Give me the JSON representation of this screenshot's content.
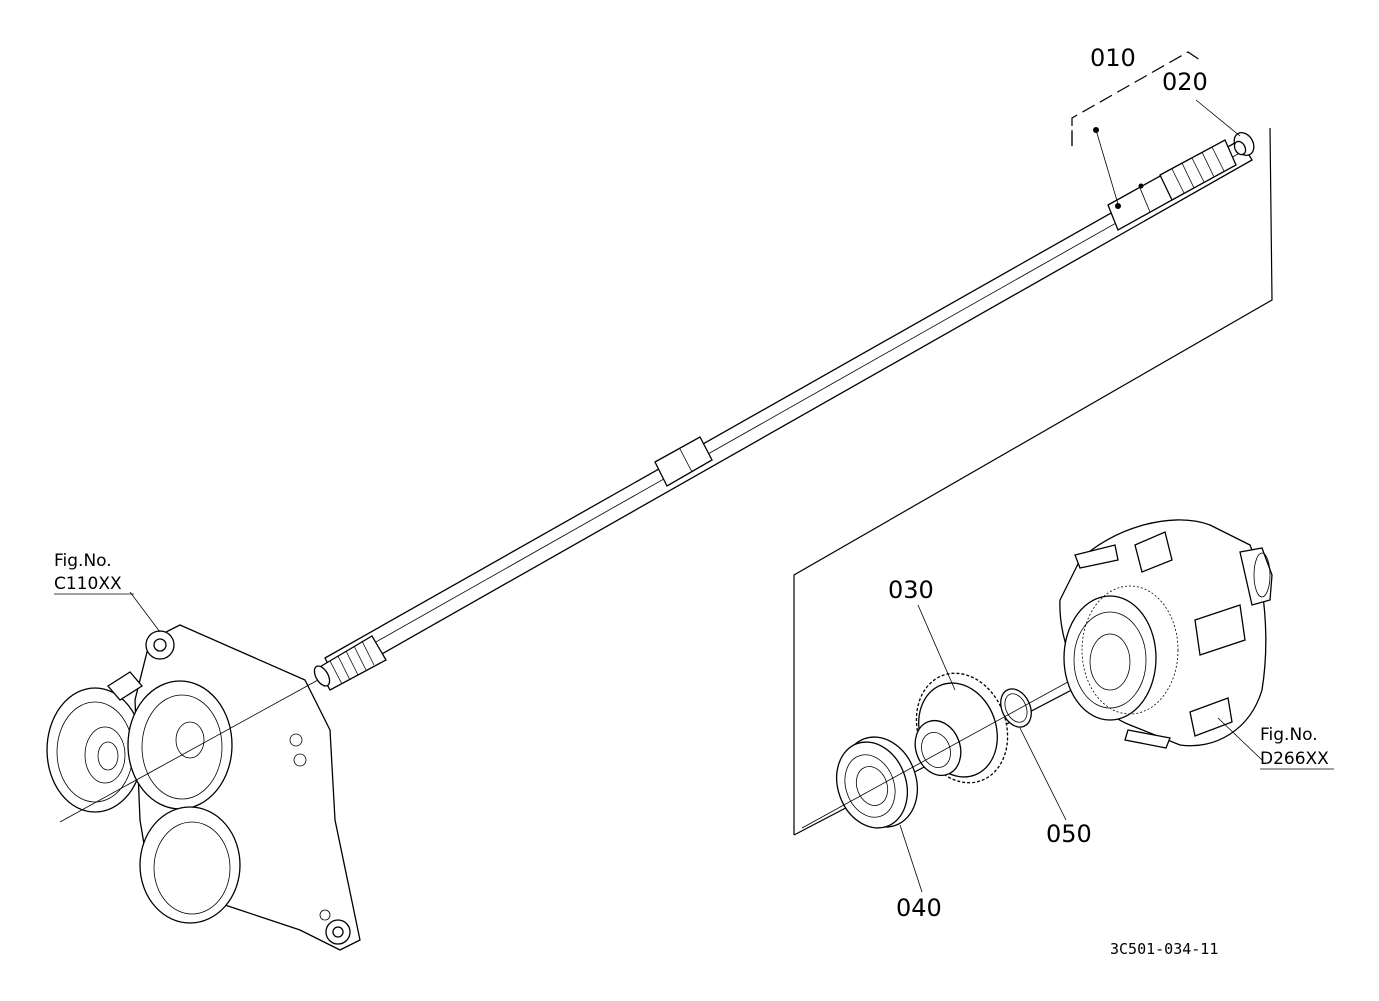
{
  "callouts": {
    "p010": "010",
    "p020": "020",
    "p030": "030",
    "p040": "040",
    "p050": "050"
  },
  "figrefs": {
    "left": {
      "label": "Fig.No.",
      "number": "C110XX"
    },
    "right": {
      "label": "Fig.No.",
      "number": "D266XX"
    }
  },
  "drawing_code": "3C501-034-11"
}
